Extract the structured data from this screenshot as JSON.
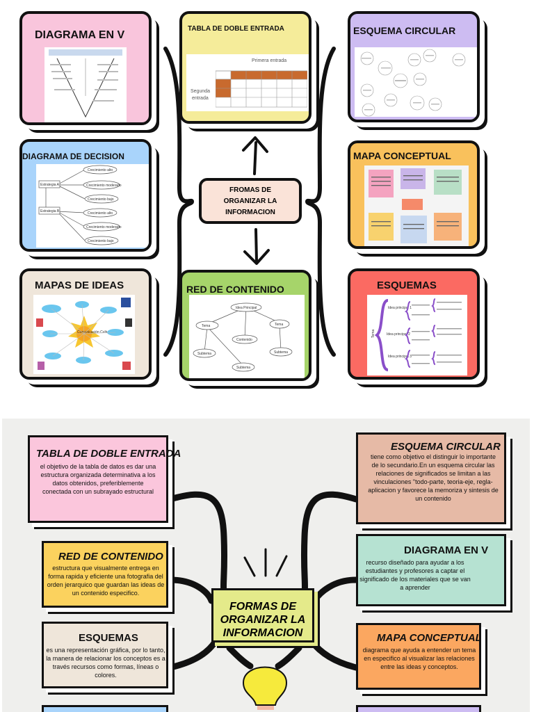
{
  "top": {
    "center_label_lines": [
      "FROMAS DE",
      "ORGANIZAR LA",
      "INFORMACION"
    ],
    "cards": {
      "diagrama_v": {
        "title": "DIAGRAMA EN V",
        "color": "#f9c5dc"
      },
      "tabla": {
        "title": "TABLA DE DOBLE ENTRADA",
        "color": "#f5ec9a",
        "header_label": "Primera entrada",
        "side_label_1": "Segunda",
        "side_label_2": "entrada"
      },
      "esquema_circular": {
        "title": "ESQUEMA CIRCULAR",
        "color": "#cdbcf2"
      },
      "diagrama_decision": {
        "title": "DIAGRAMA DE DECISION",
        "color": "#a9d4fb",
        "nodes_left": [
          "Estrategia A",
          "Estrategia B"
        ],
        "nodes_right": [
          "Crecimiento alto",
          "Crecimiento moderado",
          "Crecimiento bajo",
          "Crecimiento alto",
          "Crecimiento moderado",
          "Crecimiento bajo"
        ]
      },
      "mapa_conceptual": {
        "title": "MAPA CONCEPTUAL",
        "color": "#f9c15c"
      },
      "mapas_ideas": {
        "title": "MAPAS DE IDEAS",
        "color": "#efe6da",
        "center_label": "Comunicación Cultura"
      },
      "red_contenido": {
        "title": "RED DE CONTENIDO",
        "color": "#a6d46a",
        "nodes": [
          "Idea Principal",
          "Tema",
          "Tema",
          "Contenido",
          "Subtema",
          "Subtema",
          "Subtema"
        ]
      },
      "esquemas": {
        "title": "ESQUEMAS",
        "color": "#fb6a62",
        "side_label": "Tema",
        "main_ideas": [
          "Idea principal 1",
          "Idea principal 2",
          "Idea principal 3"
        ]
      }
    }
  },
  "bottom": {
    "main_label_lines": [
      "FORMAS DE",
      "ORGANIZAR LA",
      "INFORMACION"
    ],
    "cards": {
      "tabla": {
        "title": "TABLA DE DOBLE ENTRADA",
        "color": "#fbc6dc",
        "text": "el objetivo de la tabla de datos es dar una estructura organizada determinativa a los datos obtenidos, preferiblemente conectada con un subrayado estructural"
      },
      "red": {
        "title": "RED DE CONTENIDO",
        "color": "#fbd25e",
        "text": "estructura que visualmente entrega en forma rapida y eficiente una fotografia del orden jerarquico que guardan las ideas de un contenido especifico."
      },
      "esquemas": {
        "title": "ESQUEMAS",
        "color": "#efe6da",
        "text": "es una representación gráfica, por lo tanto, la manera de relacionar los conceptos es a través recursos como formas, líneas o colores."
      },
      "circular": {
        "title": "ESQUEMA CIRCULAR",
        "color": "#e6baa6",
        "text": "tiene como objetivo el distinguir lo importante de lo secundario.En un esquema circular las relaciones de significados se limitan a las vinculaciones \"todo-parte, teoria-eje, regla-aplicacion y favorece la memoriza y sintesis de un contenido"
      },
      "diagrama_v": {
        "title": "DIAGRAMA EN V",
        "color": "#b6e2d2",
        "text": "recurso diseñado para ayudar a los estudiantes y profesores a captar el significado de los materiales que se van a aprender"
      },
      "mapa": {
        "title": "MAPA CONCEPTUAL",
        "color": "#fba760",
        "text": "diagrama que ayuda a entender un tema en especifico al visualizar las relaciones entre las ideas y conceptos."
      }
    }
  }
}
